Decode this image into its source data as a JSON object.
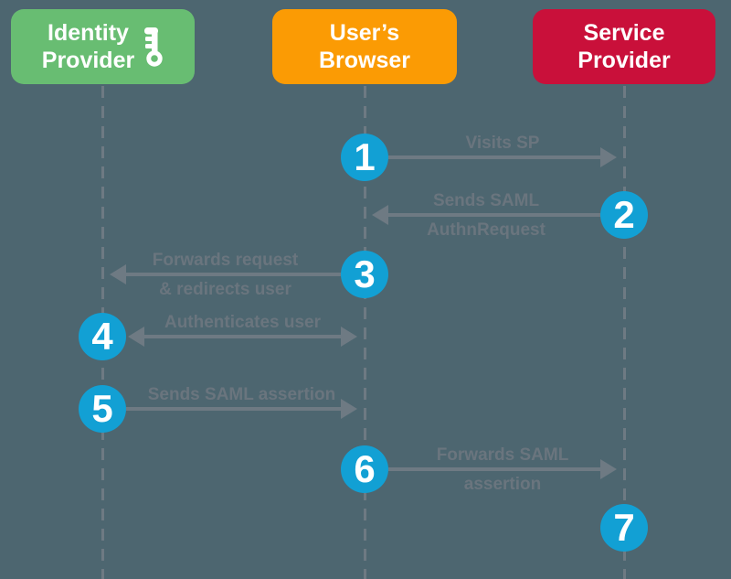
{
  "colors": {
    "background": "#4d6670",
    "step_circle": "#12a0d4",
    "arrow": "#6e7a83",
    "lifeline": "#6e7a83",
    "label_text": "#6a757e",
    "actor_text": "#ffffff"
  },
  "actors": [
    {
      "id": "identity-provider",
      "line1": "Identity",
      "line2": "Provider",
      "color": "#68bd72",
      "icon": "key-icon"
    },
    {
      "id": "users-browser",
      "line1": "User’s",
      "line2": "Browser",
      "color": "#fb9b04"
    },
    {
      "id": "service-provider",
      "line1": "Service",
      "line2": "Provider",
      "color": "#c9103a"
    }
  ],
  "steps": [
    {
      "num": "1",
      "at": "users-browser",
      "target": "service-provider",
      "two_way": false,
      "label_above": "Visits SP",
      "label_below": ""
    },
    {
      "num": "2",
      "at": "service-provider",
      "target": "users-browser",
      "two_way": false,
      "label_above": "Sends SAML",
      "label_below": "AuthnRequest"
    },
    {
      "num": "3",
      "at": "users-browser",
      "target": "identity-provider",
      "two_way": false,
      "label_above": "Forwards request",
      "label_below": "& redirects user"
    },
    {
      "num": "4",
      "at": "identity-provider",
      "target": "users-browser",
      "two_way": true,
      "label_above": "Authenticates user",
      "label_below": ""
    },
    {
      "num": "5",
      "at": "identity-provider",
      "target": "users-browser",
      "two_way": false,
      "label_above": "Sends SAML assertion",
      "label_below": ""
    },
    {
      "num": "6",
      "at": "users-browser",
      "target": "service-provider",
      "two_way": false,
      "label_above": "Forwards SAML",
      "label_below": "assertion"
    },
    {
      "num": "7",
      "at": "service-provider",
      "target": null,
      "two_way": false,
      "label_above": "",
      "label_below": ""
    }
  ]
}
